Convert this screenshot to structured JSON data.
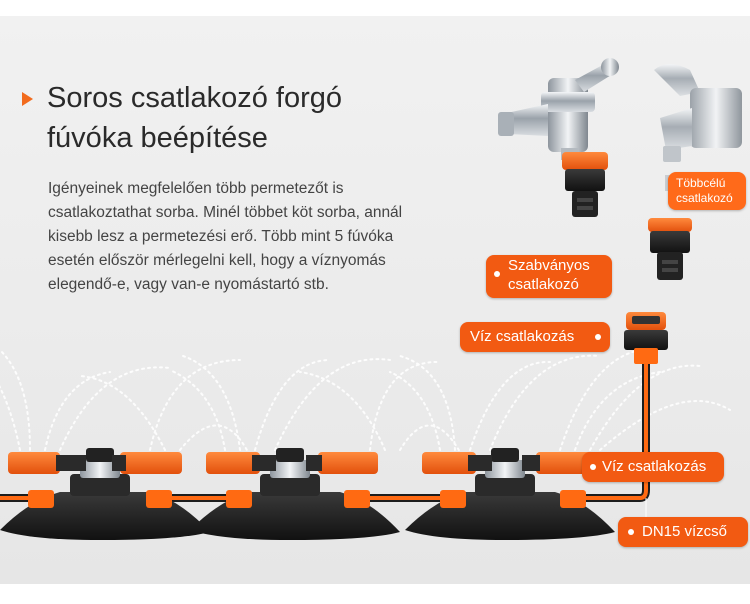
{
  "headline": {
    "line1": "Soros csatlakozó forgó",
    "line2": "fúvóka beépítése",
    "arrow_color": "#f26b1d"
  },
  "description": {
    "line1": "Igényeinek megfelelően több permetezőt is",
    "line2": "csatlakoztathat sorba. Minél többet köt sorba, annál",
    "line3": "kisebb lesz a permetezési erő. Több mint 5 fúvóka",
    "line4": "esetén először mérlegelni kell, hogy a víznyomás",
    "line5": "elegendő-e, vagy van-e nyomástartó stb."
  },
  "callouts": {
    "standard_line1": "Szabványos",
    "standard_line2": "csatlakozó",
    "multi_line1": "Többcélú",
    "multi_line2": "csatlakozó",
    "water_connection_top": "Víz csatlakozás",
    "water_connection_right": "Víz csatlakozás",
    "pipe": "DN15 vízcső"
  },
  "colors": {
    "accent_orange": "#f25a12",
    "hose_orange": "#ff6a12",
    "sprinkler_black": "#1e1e1e",
    "chrome": "#c8ccd0"
  },
  "icons": [
    "water-tap-icon",
    "water-tap-icon",
    "quick-connector-icon",
    "sprinkler-icon",
    "water-spray-icon"
  ]
}
